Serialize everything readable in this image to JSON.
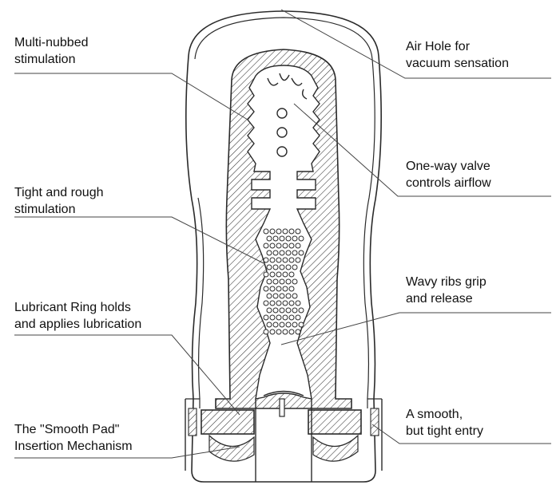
{
  "labels": {
    "multi_nubbed": "Multi-nubbed\nstimulation",
    "tight_rough": "Tight and rough\nstimulation",
    "lubricant_ring": "Lubricant Ring holds\nand applies lubrication",
    "smooth_pad": "The \"Smooth Pad\"\nInsertion Mechanism",
    "air_hole": "Air Hole for\nvacuum sensation",
    "one_way_valve": "One-way valve\ncontrols airflow",
    "wavy_ribs": "Wavy ribs grip\nand release",
    "smooth_entry": "A smooth,\nbut tight entry"
  },
  "colors": {
    "line": "#2a2a2a",
    "background": "#ffffff"
  }
}
